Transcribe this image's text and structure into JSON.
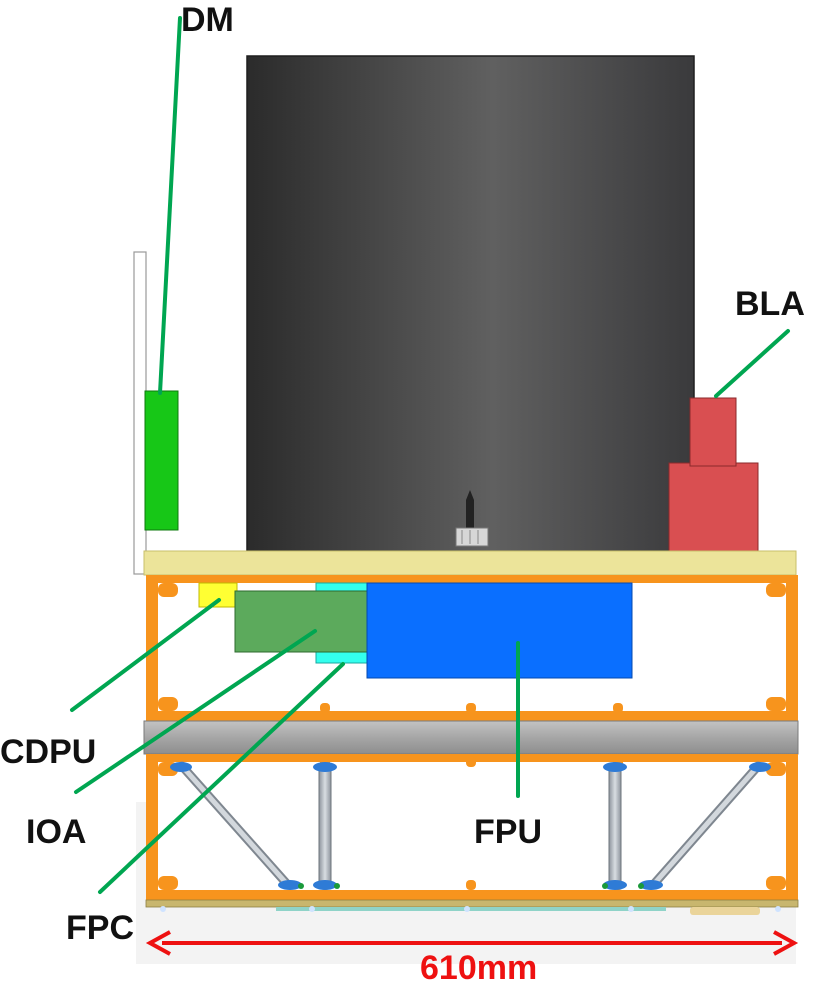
{
  "labels": {
    "dm": "DM",
    "bla": "BLA",
    "cdpu": "CDPU",
    "ioa": "IOA",
    "fpc": "FPC",
    "fpu": "FPU"
  },
  "dimension": {
    "text": "610mm",
    "color": "#ee1111"
  },
  "colors": {
    "leader_line": "#00a651",
    "frame": "#f7941d",
    "camera_body": "#555555",
    "top_plate": "#ece49a",
    "dm_unit": "#17c717",
    "bla_unit": "#d94f51",
    "cdpu_unit": "#ffff33",
    "ioa_unit": "#5caa5c",
    "fpc_unit": "#33ffee",
    "fpu_unit": "#0a6fff",
    "mid_plate": "#a9a9a9",
    "strut": "#b7bcc2"
  },
  "icons": {
    "dimension_arrow": "double-headed-arrow-icon"
  }
}
